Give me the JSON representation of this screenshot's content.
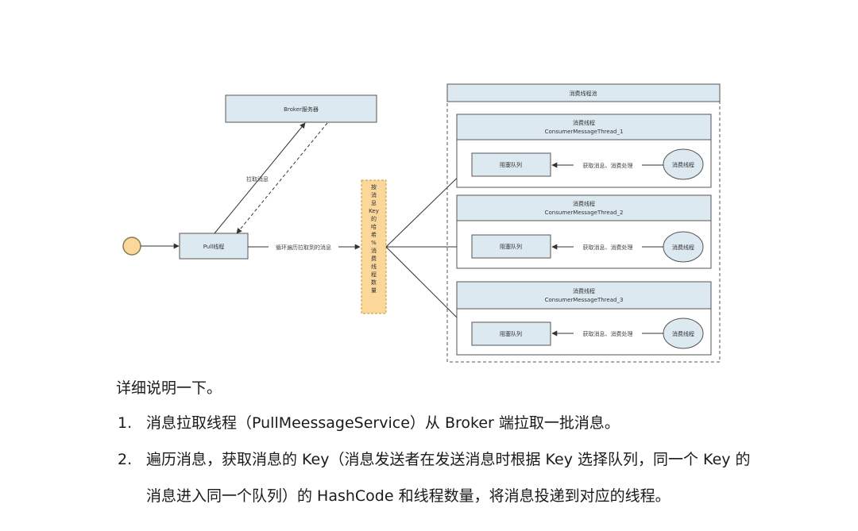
{
  "diagram": {
    "broker": "Broker服务器",
    "pull_thread": "Pull线程",
    "pull_label": "拉取消息",
    "loop_label": "循环遍历拉取到的消息",
    "dispatch_text": "按消息Key的哈希%消费线程数量",
    "pool_title": "消费线程池",
    "threads": [
      {
        "title": "消费线程",
        "subtitle": "ConsumerMessageThread_1",
        "queue": "阻塞队列",
        "action": "获取消息、消费处理",
        "worker": "消费线程"
      },
      {
        "title": "消费线程",
        "subtitle": "ConsumerMessageThread_2",
        "queue": "阻塞队列",
        "action": "获取消息、消费处理",
        "worker": "消费线程"
      },
      {
        "title": "消费线程",
        "subtitle": "ConsumerMessageThread_3",
        "queue": "阻塞队列",
        "action": "获取消息、消费处理",
        "worker": "消费线程"
      }
    ],
    "colors": {
      "box": "#dde9f1",
      "dispatch": "#fbd89a",
      "start": "#fbd89a",
      "worker": "#dde9f1"
    }
  },
  "text": {
    "intro": "详细说明一下。",
    "items": [
      {
        "num": "1.",
        "text": "消息拉取线程（PullMeessageService）从 Broker 端拉取一批消息。"
      },
      {
        "num": "2.",
        "text": "遍历消息，获取消息的 Key（消息发送者在发送消息时根据 Key 选择队列，同一个 Key 的消息进入同一个队列）的 HashCode 和线程数量，将消息投递到对应的线程。"
      }
    ]
  }
}
